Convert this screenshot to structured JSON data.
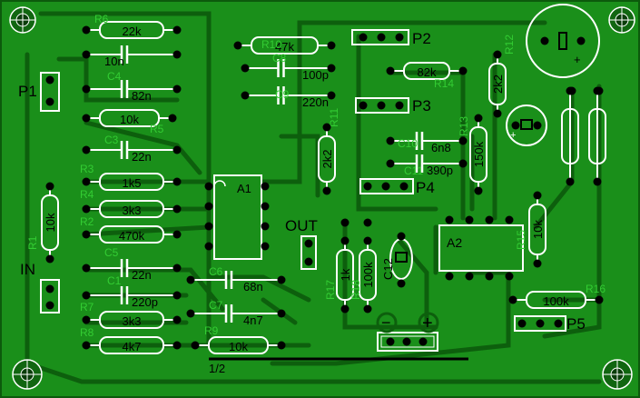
{
  "board": {
    "connectors": [
      {
        "id": "P1",
        "label": "P1"
      },
      {
        "id": "P2",
        "label": "P2"
      },
      {
        "id": "P3",
        "label": "P3"
      },
      {
        "id": "P4",
        "label": "P4"
      },
      {
        "id": "P5",
        "label": "P5"
      },
      {
        "id": "IN",
        "label": "IN"
      },
      {
        "id": "OUT",
        "label": "OUT"
      }
    ],
    "ics": [
      {
        "ref": "A1"
      },
      {
        "ref": "A2"
      }
    ],
    "resistors": [
      {
        "ref": "R6",
        "value": "22k"
      },
      {
        "ref": "R5",
        "value": "10k"
      },
      {
        "ref": "R3",
        "value": "1k5"
      },
      {
        "ref": "R4",
        "value": "3k3"
      },
      {
        "ref": "R2",
        "value": "470k"
      },
      {
        "ref": "R1",
        "value": "10k"
      },
      {
        "ref": "R7",
        "value": "3k3"
      },
      {
        "ref": "R8",
        "value": "4k7"
      },
      {
        "ref": "R9",
        "value": "10k"
      },
      {
        "ref": "R10",
        "value": "47k"
      },
      {
        "ref": "R11",
        "value": "2k2"
      },
      {
        "ref": "R12",
        "value": "2k2"
      },
      {
        "ref": "R13",
        "value": "150k"
      },
      {
        "ref": "R14",
        "value": "82k"
      },
      {
        "ref": "R15",
        "value": "10k"
      },
      {
        "ref": "R16",
        "value": "100k"
      },
      {
        "ref": "R17",
        "value": "1k"
      },
      {
        "ref": "R18",
        "value": "100k"
      }
    ],
    "capacitors": [
      {
        "ref": "C1",
        "value": "220p"
      },
      {
        "ref": "C2",
        "value": "10n"
      },
      {
        "ref": "C3",
        "value": "22n"
      },
      {
        "ref": "C4",
        "value": "82n"
      },
      {
        "ref": "C5",
        "value": "22n"
      },
      {
        "ref": "C6",
        "value": "68n"
      },
      {
        "ref": "C7",
        "value": "4n7"
      },
      {
        "ref": "C8",
        "value": "100p"
      },
      {
        "ref": "C9",
        "value": "220n"
      },
      {
        "ref": "C10",
        "value": "6n8"
      },
      {
        "ref": "C11",
        "value": "390p"
      },
      {
        "ref": "C12",
        "value": "C12"
      }
    ],
    "marks": {
      "jumper": "1/2",
      "minus": "−",
      "plus": "+"
    }
  }
}
